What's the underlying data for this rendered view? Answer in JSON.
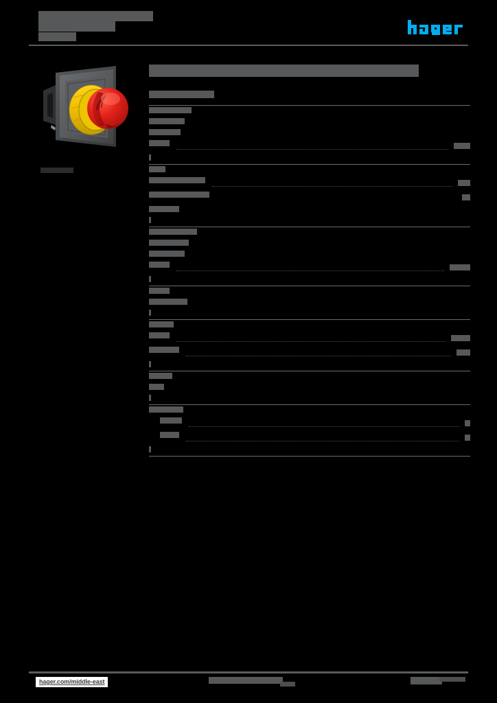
{
  "document": {
    "brand": "hager",
    "brand_color": "#00AEEF",
    "title_redacted": true,
    "title_lines": [
      "",
      "",
      ""
    ],
    "page_background": "#000000",
    "redaction_color": "#565859"
  },
  "header": {
    "doc_title_line1": "",
    "doc_title_line2": "",
    "doc_title_line3": "",
    "doc_title_extra": "",
    "logo_text": "hager"
  },
  "figure": {
    "caption": "",
    "alt_name": "emergency-stop-pushbutton",
    "colors": {
      "housing": "#5a5c5e",
      "collar": "#f2c300",
      "mushroom": "#e02020",
      "frame": "#3f4143"
    }
  },
  "main": {
    "product_heading": "",
    "section_label": ""
  },
  "spec_table": {
    "groups": [
      {
        "rows": [
          {
            "label_w": 62,
            "label_h": 9,
            "value_w": 0,
            "value_h": 0,
            "leader": false,
            "sub": false
          },
          {
            "label_w": 52,
            "label_h": 9,
            "value_w": 0,
            "value_h": 0,
            "leader": false,
            "sub": false
          },
          {
            "label_w": 46,
            "label_h": 9,
            "value_w": 0,
            "value_h": 0,
            "leader": false,
            "sub": false
          },
          {
            "label_w": 30,
            "label_h": 9,
            "value_w": 24,
            "value_h": 9,
            "leader": true,
            "sub": false
          },
          {
            "label_w": 3,
            "label_h": 9,
            "value_w": 0,
            "value_h": 0,
            "leader": false,
            "sub": false
          }
        ]
      },
      {
        "rows": [
          {
            "label_w": 24,
            "label_h": 9,
            "value_w": 0,
            "value_h": 0,
            "leader": false,
            "sub": false
          },
          {
            "label_w": 82,
            "label_h": 9,
            "value_w": 18,
            "value_h": 9,
            "leader": true,
            "sub": false
          },
          {
            "label_w": 88,
            "label_h": 9,
            "value_w": 12,
            "value_h": 9,
            "leader": false,
            "sub": false
          },
          {
            "label_w": 44,
            "label_h": 9,
            "value_w": 0,
            "value_h": 0,
            "leader": false,
            "sub": false
          },
          {
            "label_w": 3,
            "label_h": 9,
            "value_w": 0,
            "value_h": 0,
            "leader": false,
            "sub": false
          }
        ]
      },
      {
        "rows": [
          {
            "label_w": 70,
            "label_h": 9,
            "value_w": 0,
            "value_h": 0,
            "leader": false,
            "sub": false
          },
          {
            "label_w": 58,
            "label_h": 9,
            "value_w": 0,
            "value_h": 0,
            "leader": false,
            "sub": false
          },
          {
            "label_w": 52,
            "label_h": 9,
            "value_w": 0,
            "value_h": 0,
            "leader": false,
            "sub": false
          },
          {
            "label_w": 30,
            "label_h": 9,
            "value_w": 30,
            "value_h": 9,
            "leader": true,
            "sub": false
          },
          {
            "label_w": 3,
            "label_h": 9,
            "value_w": 0,
            "value_h": 0,
            "leader": false,
            "sub": false
          }
        ]
      },
      {
        "rows": [
          {
            "label_w": 30,
            "label_h": 9,
            "value_w": 0,
            "value_h": 0,
            "leader": false,
            "sub": false
          },
          {
            "label_w": 56,
            "label_h": 9,
            "value_w": 0,
            "value_h": 0,
            "leader": false,
            "sub": false
          },
          {
            "label_w": 3,
            "label_h": 9,
            "value_w": 0,
            "value_h": 0,
            "leader": false,
            "sub": false
          }
        ]
      },
      {
        "rows": [
          {
            "label_w": 36,
            "label_h": 9,
            "value_w": 0,
            "value_h": 0,
            "leader": false,
            "sub": false
          },
          {
            "label_w": 30,
            "label_h": 9,
            "value_w": 28,
            "value_h": 9,
            "leader": true,
            "sub": false
          },
          {
            "label_w": 44,
            "label_h": 9,
            "value_w": 20,
            "value_h": 9,
            "leader": true,
            "sub": false
          },
          {
            "label_w": 3,
            "label_h": 9,
            "value_w": 0,
            "value_h": 0,
            "leader": false,
            "sub": false
          }
        ]
      },
      {
        "rows": [
          {
            "label_w": 34,
            "label_h": 9,
            "value_w": 0,
            "value_h": 0,
            "leader": false,
            "sub": false
          },
          {
            "label_w": 22,
            "label_h": 9,
            "value_w": 0,
            "value_h": 0,
            "leader": false,
            "sub": false
          },
          {
            "label_w": 3,
            "label_h": 9,
            "value_w": 0,
            "value_h": 0,
            "leader": false,
            "sub": false
          }
        ]
      },
      {
        "rows": [
          {
            "label_w": 50,
            "label_h": 9,
            "value_w": 0,
            "value_h": 0,
            "leader": false,
            "sub": false
          },
          {
            "label_w": 32,
            "label_h": 9,
            "value_w": 8,
            "value_h": 9,
            "leader": true,
            "sub": true
          },
          {
            "label_w": 28,
            "label_h": 9,
            "value_w": 8,
            "value_h": 9,
            "leader": true,
            "sub": true
          },
          {
            "label_w": 3,
            "label_h": 9,
            "value_w": 0,
            "value_h": 0,
            "leader": false,
            "sub": false
          }
        ]
      }
    ]
  },
  "footer": {
    "url": "hager.com/middle-east",
    "center_text": "",
    "center_text_small": "",
    "right_text": "",
    "right_text_small": ""
  }
}
